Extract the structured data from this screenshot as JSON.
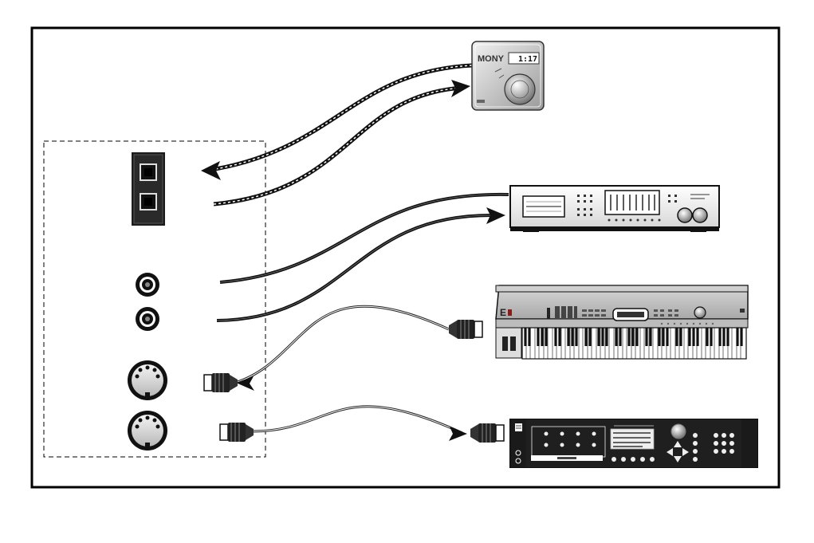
{
  "minidisc": {
    "brand": "MONY",
    "display_time": "1:17"
  },
  "synth": {
    "logo": "E"
  },
  "icons": [
    "optical-port-icon",
    "coax-jack-icon",
    "midi-din-icon",
    "midi-plug-icon",
    "arrowhead-icon"
  ]
}
